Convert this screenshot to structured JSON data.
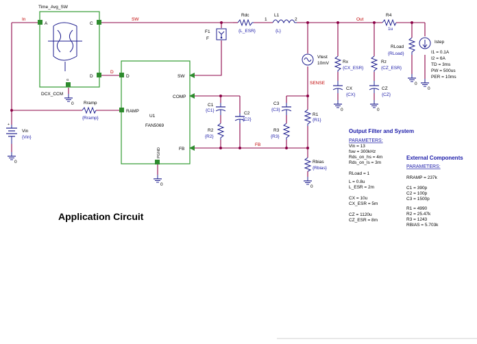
{
  "title": "Application Circuit",
  "blocks": {
    "dcx": {
      "title": "Time_Avg_SW",
      "name": "DCX_CCM",
      "pin_a": "A",
      "pin_c": "C",
      "pin_d": "D",
      "pin_g": "G"
    },
    "ic": {
      "name": "U1",
      "part": "FAN5069",
      "pin_sw": "SW",
      "pin_comp": "COMP",
      "pin_fb": "FB",
      "pin_ramp": "RAMP",
      "pin_d": "D",
      "pin_pgnd": "PGND"
    }
  },
  "nets": {
    "in": "In",
    "sw": "SW",
    "out": "Out",
    "d": "D",
    "sense": "SENSE",
    "fb": "FB"
  },
  "components": {
    "rdc": {
      "name": "Rdc",
      "value": "{L_ESR}"
    },
    "l1": {
      "name": "L1",
      "value": "{L}",
      "pin1": "1",
      "pin2": "2"
    },
    "r4": {
      "name": "R4",
      "value": "1u"
    },
    "f1": {
      "name": "F1",
      "value": "F"
    },
    "rramp": {
      "name": "Rramp",
      "value": "{Rramp}"
    },
    "vin": {
      "name": "Vin",
      "value": "{Vin}"
    },
    "vtest": {
      "name": "Vtest",
      "value": "10mV"
    },
    "rx": {
      "name": "Rx",
      "value": "{CX_ESR}"
    },
    "cx": {
      "name": "CX",
      "value": "{CX}"
    },
    "rz": {
      "name": "Rz",
      "value": "{CZ_ESR}"
    },
    "cz": {
      "name": "CZ",
      "value": "{CZ}"
    },
    "rload": {
      "name": "RLoad",
      "value": "{RLoad}"
    },
    "c1": {
      "name": "C1",
      "value": "{C1}"
    },
    "c2": {
      "name": "C2",
      "value": "{C2}"
    },
    "r2": {
      "name": "R2",
      "value": "{R2}"
    },
    "c3": {
      "name": "C3",
      "value": "{C3}"
    },
    "r3": {
      "name": "R3",
      "value": "{R3}"
    },
    "r1": {
      "name": "R1",
      "value": "{R1}"
    },
    "rbias": {
      "name": "Rbias",
      "value": "{Rbias}"
    }
  },
  "istep": {
    "name": "Istep",
    "params": [
      "I1 = 0.1A",
      "I2 = 6A",
      "TD = 3ms",
      "PW = 500us",
      "PER = 10ms"
    ]
  },
  "ground_label": "0",
  "output_filter": {
    "heading": "Output Filter and System",
    "params_title": "PARAMETERS:",
    "lines": [
      "Vin = 13",
      "fsw = 300kHz",
      "Rds_on_hs = 4m",
      "Rds_on_ls = 3m",
      "",
      "RLoad = 1",
      "",
      "L = 0.8u",
      "L_ESR = 2m",
      "",
      "CX = 10u",
      "CX_ESR = 5m",
      "",
      "CZ = 1120u",
      "CZ_ESR = 8m"
    ]
  },
  "external": {
    "heading": "External Components",
    "params_title": "PARAMETERS:",
    "lines": [
      "RRAMP = 237k",
      "",
      "C1 = 390p",
      "C2 = 100p",
      "C3 = 1500p",
      "",
      "R1 = 4990",
      "R2 = 25.47k",
      "R3 = 1243",
      "RBIAS = 5.703k"
    ]
  }
}
